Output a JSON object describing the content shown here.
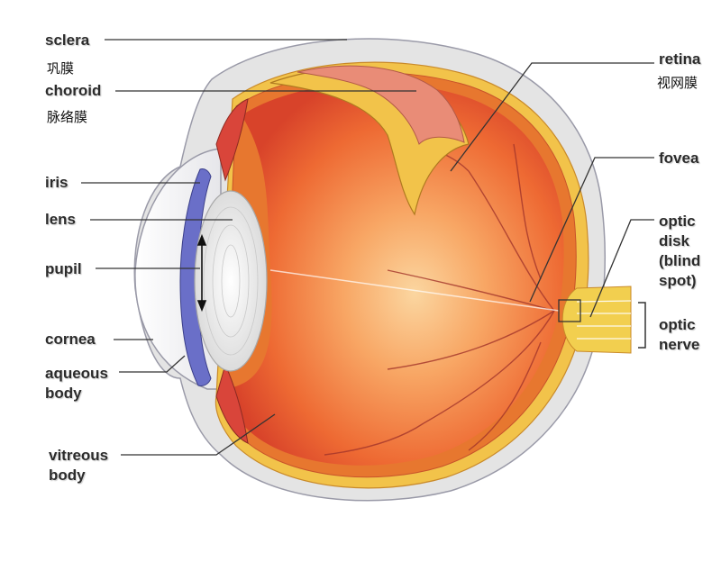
{
  "labels": {
    "sclera": "sclera",
    "sclera_cn": "巩膜",
    "choroid": "choroid",
    "choroid_cn": "脉络膜",
    "iris": "iris",
    "lens": "lens",
    "pupil": "pupil",
    "cornea": "cornea",
    "aqueous_1": "aqueous",
    "aqueous_2": "body",
    "vitreous_1": "vitreous",
    "vitreous_2": "body",
    "retina": "retina",
    "retina_cn": "视网膜",
    "fovea": "fovea",
    "optic_disk_1": "optic",
    "optic_disk_2": "disk",
    "optic_disk_3": "(blind",
    "optic_disk_4": "spot)",
    "optic_nerve_1": "optic",
    "optic_nerve_2": "nerve"
  },
  "colors": {
    "sclera": "#e4e4e4",
    "interior": "#f07a3a",
    "iris": "#6a6fc8",
    "lens": "#f4f4f4",
    "retina_band": "#f2c34a",
    "leader": "#333333"
  }
}
